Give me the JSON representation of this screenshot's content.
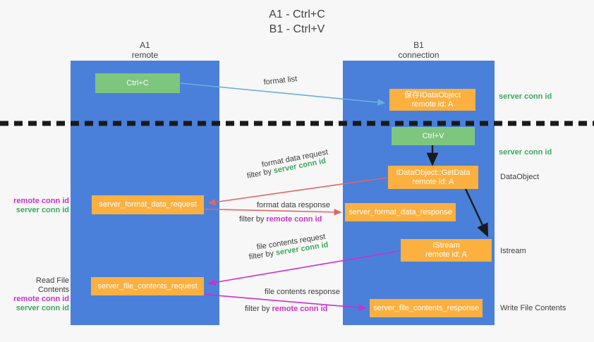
{
  "title": "A1 - Ctrl+C\nB1 - Ctrl+V",
  "columns": {
    "a": {
      "header": "A1\nremote",
      "color": "#4a80da"
    },
    "b": {
      "header": "B1\nconnection",
      "color": "#4a80da"
    }
  },
  "colors": {
    "column_blue": "#4a80da",
    "box_green": "#7dc67d",
    "box_orange": "#fbb03f",
    "server_conn_green": "#3cab5a",
    "remote_conn_magenta": "#c832c8",
    "arrow_lightblue": "#6aaee0",
    "arrow_red": "#e06666",
    "arrow_magenta": "#cc2fcc",
    "arrow_black": "#1a1a1a",
    "divider_black": "#1a1a1a",
    "background": "#f7f7f7"
  },
  "boxes": {
    "ctrl_c": "Ctrl+C",
    "ctrl_v": "Ctrl+V",
    "save_idataobject": "保存IDataObject\nremote id: A",
    "idataobject_getdata": "IDataObject::GetData\nremote id: A",
    "istream": "IStream\nremote id: A",
    "server_format_data_request": "server_format_data_request",
    "server_format_data_response": "server_format_data_response",
    "server_file_contents_request": "server_file_contents_request",
    "server_file_contents_response": "server_file_contents_response"
  },
  "arrow_labels": {
    "format_list": "format list",
    "format_data_request": "format data request",
    "format_data_request_filter_prefix": "filter by ",
    "format_data_request_filter_value": "server conn id",
    "format_data_response": "format data response",
    "format_data_response_filter_prefix": "filter by ",
    "format_data_response_filter_value": "remote conn id",
    "file_contents_request": "file contents request",
    "file_contents_request_filter_prefix": "filter by ",
    "file_contents_request_filter_value": "server conn id",
    "file_contents_response": "file contents response",
    "file_contents_response_filter_prefix": "filter by ",
    "file_contents_response_filter_value": "remote conn id"
  },
  "right_labels": {
    "server_conn_id_top": "server conn id",
    "server_conn_id_mid": "server conn id",
    "dataobject": "DataObject",
    "istream": "Istream",
    "write_file_contents": "Write File Contents"
  },
  "left_labels": {
    "remote_conn_id_1": "remote conn id",
    "server_conn_id_1": "server conn id",
    "read_file_contents": "Read File Contents",
    "remote_conn_id_2": "remote conn id",
    "server_conn_id_2": "server conn id"
  }
}
